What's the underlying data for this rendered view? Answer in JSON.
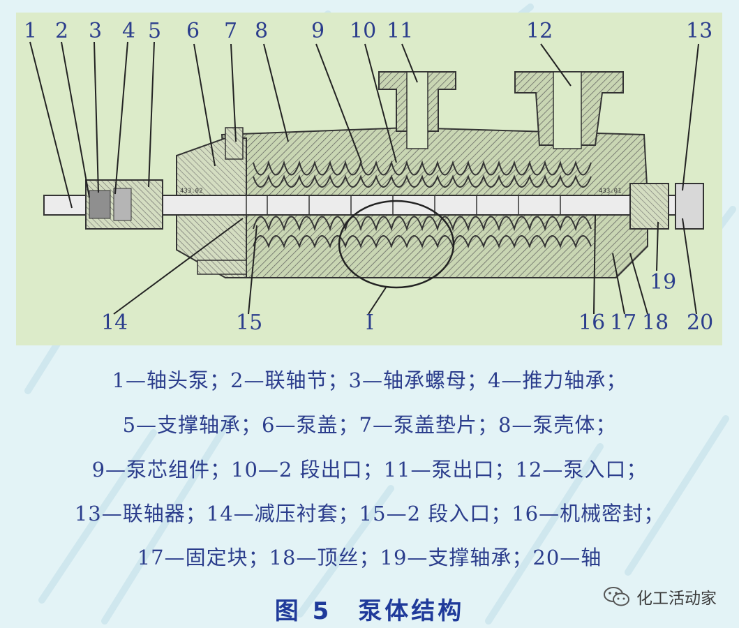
{
  "drawing": {
    "part_numbers_top": [
      "1",
      "2",
      "3",
      "4",
      "5",
      "6",
      "7",
      "8",
      "9",
      "10",
      "11",
      "12",
      "13"
    ],
    "part_numbers_bottom": [
      "14",
      "15",
      "I",
      "16",
      "17",
      "18",
      "19",
      "20"
    ],
    "plate_labels": [
      "433.02",
      "433.01"
    ]
  },
  "legend": {
    "lines": [
      "1—轴头泵；2—联轴节；3—轴承螺母；4—推力轴承；",
      "5—支撑轴承；6—泵盖；7—泵盖垫片；8—泵壳体；",
      "9—泵芯组件；10—2 段出口；11—泵出口；12—泵入口；",
      "13—联轴器；14—减压衬套；15—2 段入口；16—机械密封；",
      "17—固定块；18—顶丝；19—支撑轴承；20—轴"
    ]
  },
  "caption": "图 5　泵体结构",
  "brand": {
    "name": "化工活动家",
    "icon": "wechat-icon"
  },
  "colors": {
    "label": "#2b3d8c",
    "caption": "#1f3a9a",
    "panel": "#dcebc9",
    "background": "#e3f3f6"
  }
}
